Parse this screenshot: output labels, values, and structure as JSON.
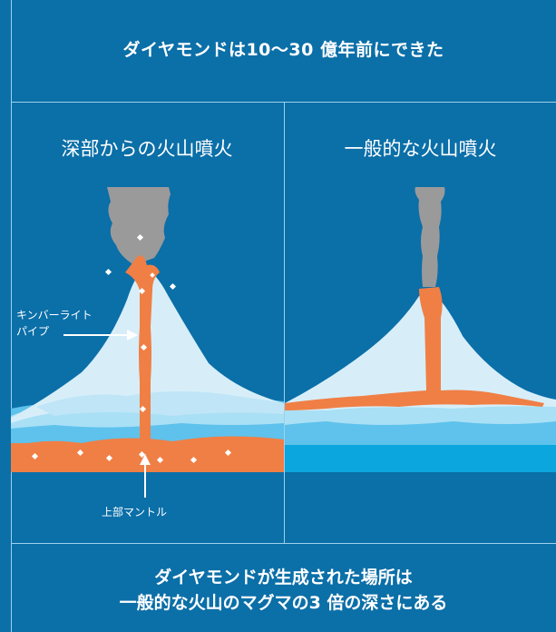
{
  "header": {
    "title": "ダイヤモンドは10〜30 億年前にできた"
  },
  "panels": {
    "left": {
      "title": "深部からの火山噴火"
    },
    "right": {
      "title": "一般的な火山噴火"
    }
  },
  "labels": {
    "kimberlite_line1": "キンバーライト",
    "kimberlite_line2": "パイプ",
    "upper_mantle": "上部マントル"
  },
  "caption": {
    "line1": "ダイヤモンドが生成された場所は",
    "line2": "一般的な火山のマグマの3 倍の深さにある"
  },
  "colors": {
    "background": "#0b6fa8",
    "magma": "#f07f45",
    "smoke": "#9a9a9a",
    "snow": "#d7eef9",
    "mid_layer": "#5ec2ec",
    "deep_layer": "#0aa6dd",
    "lines": "#9fd0ec"
  }
}
